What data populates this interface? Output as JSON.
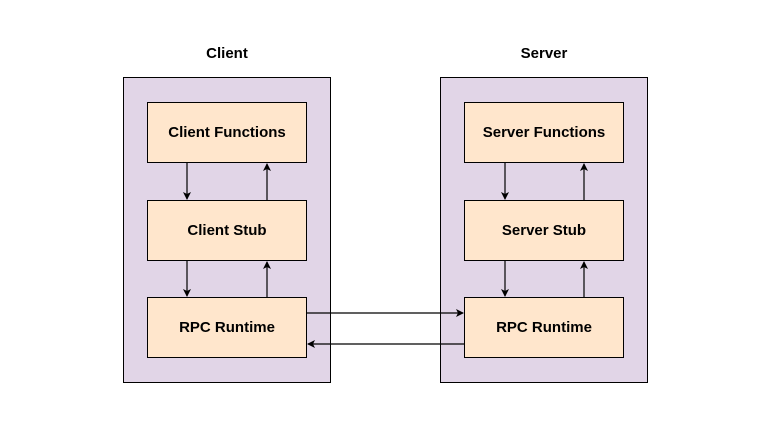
{
  "diagram": {
    "client": {
      "title": "Client",
      "nodes": {
        "functions": "Client Functions",
        "stub": "Client Stub",
        "runtime": "RPC Runtime"
      }
    },
    "server": {
      "title": "Server",
      "nodes": {
        "functions": "Server Functions",
        "stub": "Server Stub",
        "runtime": "RPC Runtime"
      }
    },
    "colors": {
      "container_fill": "#e1d5e7",
      "node_fill": "#ffe6cc",
      "stroke": "#000000"
    }
  }
}
